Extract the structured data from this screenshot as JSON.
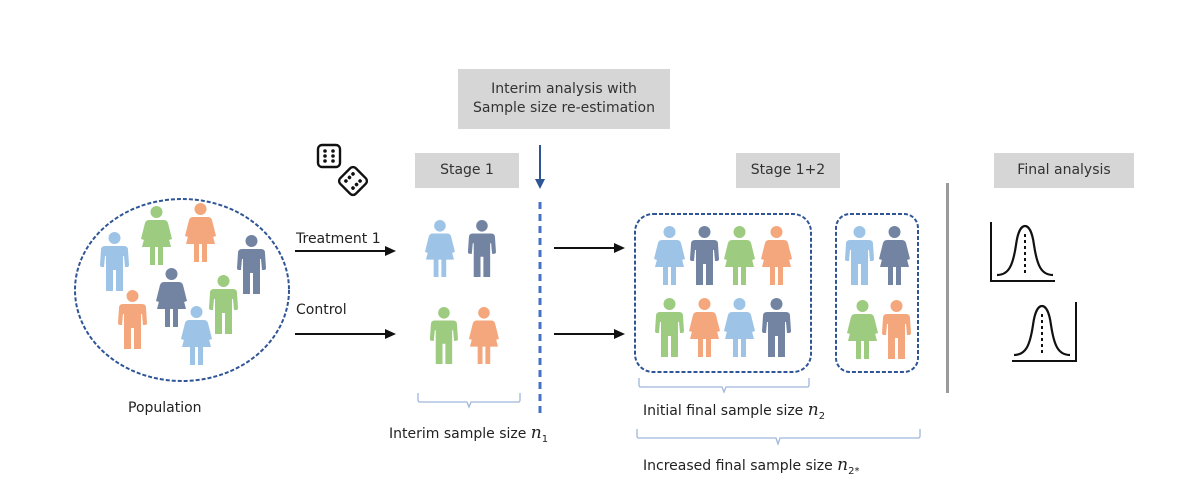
{
  "header": {
    "interim_box": [
      "Interim analysis with",
      "Sample size re-estimation"
    ],
    "stage1": "Stage 1",
    "stage12": "Stage 1+2",
    "final": "Final analysis"
  },
  "population": {
    "label": "Population",
    "people": [
      {
        "color": "blue",
        "sex": "male"
      },
      {
        "color": "green",
        "sex": "female"
      },
      {
        "color": "orange",
        "sex": "female"
      },
      {
        "color": "slate",
        "sex": "male"
      },
      {
        "color": "slate",
        "sex": "female"
      },
      {
        "color": "orange",
        "sex": "male"
      },
      {
        "color": "green",
        "sex": "male"
      },
      {
        "color": "blue",
        "sex": "female"
      }
    ]
  },
  "arms": {
    "treatment": "Treatment 1",
    "control": "Control"
  },
  "stage1_people": {
    "treatment": [
      {
        "color": "blue",
        "sex": "female"
      },
      {
        "color": "slate",
        "sex": "male"
      }
    ],
    "control": [
      {
        "color": "green",
        "sex": "male"
      },
      {
        "color": "orange",
        "sex": "female"
      }
    ]
  },
  "stage12_people": {
    "initial_top": [
      {
        "color": "blue",
        "sex": "female"
      },
      {
        "color": "slate",
        "sex": "male"
      },
      {
        "color": "green",
        "sex": "female"
      },
      {
        "color": "orange",
        "sex": "female"
      }
    ],
    "initial_bottom": [
      {
        "color": "green",
        "sex": "male"
      },
      {
        "color": "orange",
        "sex": "female"
      },
      {
        "color": "blue",
        "sex": "female"
      },
      {
        "color": "slate",
        "sex": "male"
      }
    ],
    "extra_top": [
      {
        "color": "blue",
        "sex": "male"
      },
      {
        "color": "slate",
        "sex": "female"
      }
    ],
    "extra_bottom": [
      {
        "color": "green",
        "sex": "female"
      },
      {
        "color": "orange",
        "sex": "male"
      }
    ]
  },
  "labels": {
    "interim_size": "Interim sample size",
    "interim_n": "n",
    "interim_sub": "1",
    "initial_size": "Initial final sample size",
    "initial_n": "n",
    "initial_sub": "2",
    "increased_size": "Increased final sample size",
    "increased_n": "n",
    "increased_sub": "2*"
  },
  "icons": {
    "randomization": "dice-icon",
    "final_distributions": [
      "bell-curve-left-axis-icon",
      "bell-curve-right-axis-icon"
    ]
  },
  "colors": {
    "blue": "#9dc3e6",
    "slate": "#7384a3",
    "green": "#9dcb7f",
    "orange": "#f4a77c",
    "dashed": "#2f5597",
    "box": "#d6d6d6",
    "bracket": "#9fb7dc"
  }
}
